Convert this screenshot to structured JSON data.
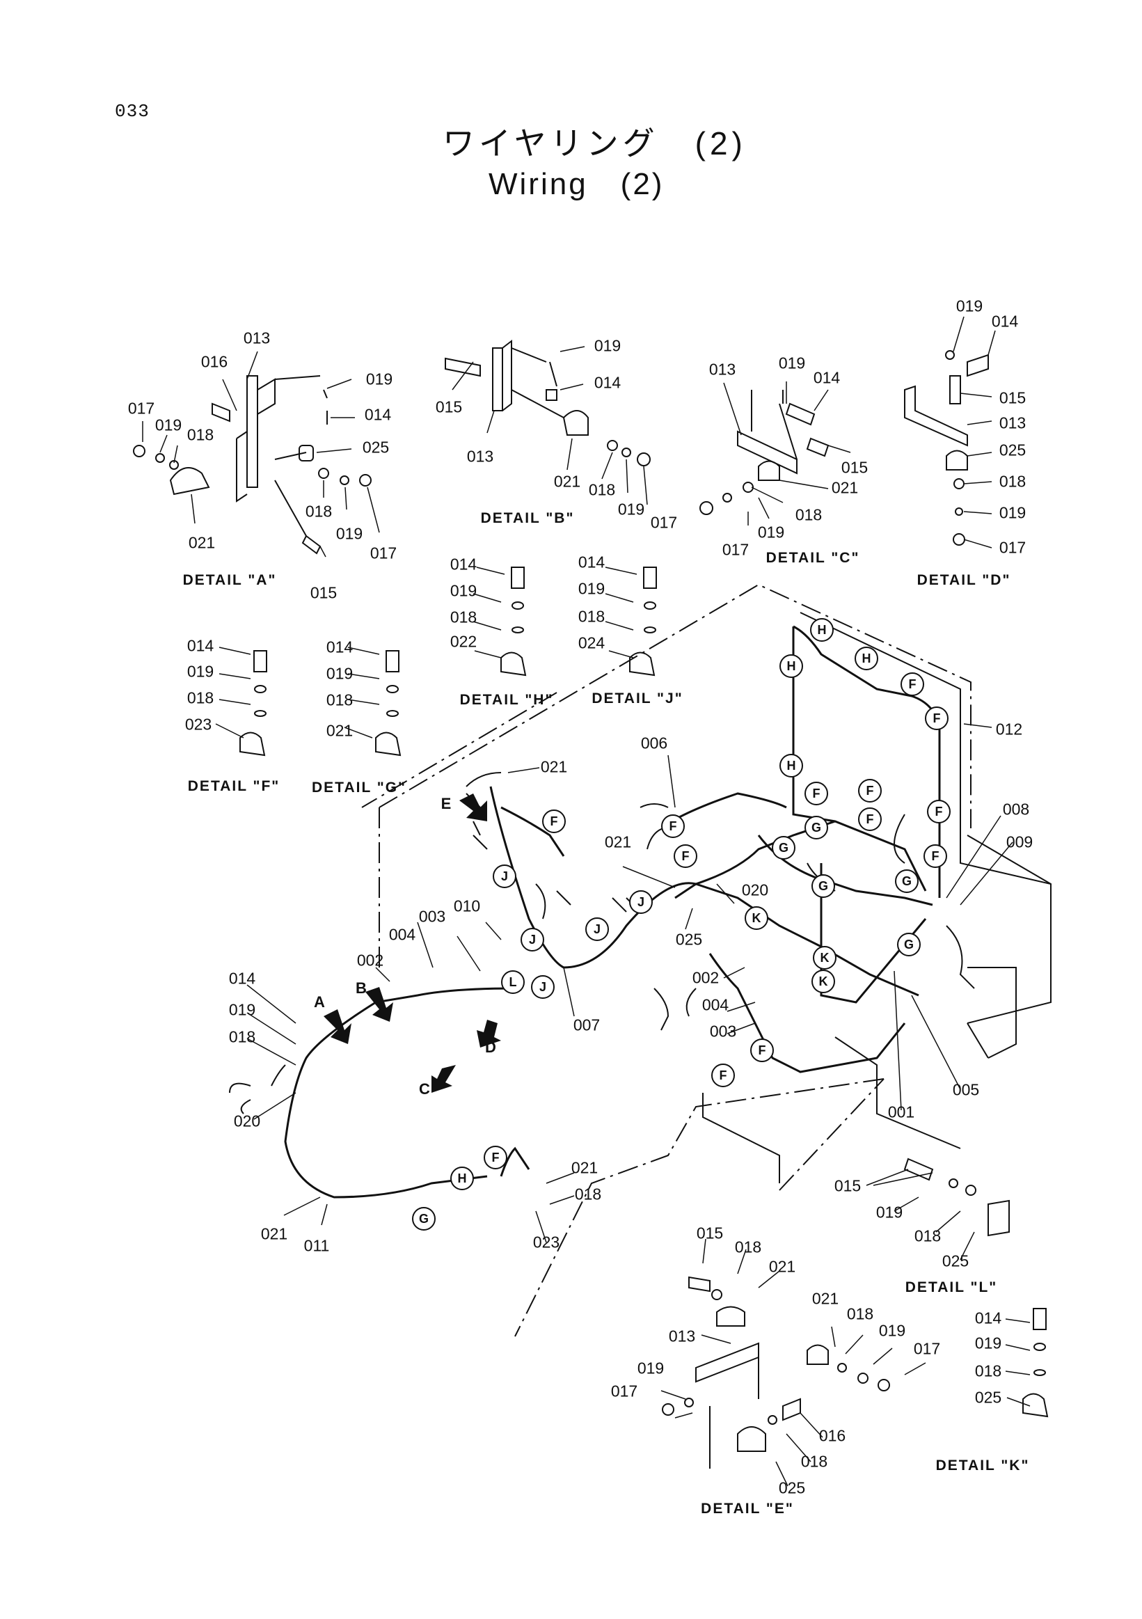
{
  "page_number": "033",
  "title_jp": "ワイヤリング　(2)",
  "title_en": "Wiring　(2)",
  "details": {
    "A": "DETAIL \"A\"",
    "B": "DETAIL \"B\"",
    "C": "DETAIL \"C\"",
    "D": "DETAIL \"D\"",
    "E": "DETAIL \"E\"",
    "F": "DETAIL \"F\"",
    "G": "DETAIL \"G\"",
    "H": "DETAIL \"H\"",
    "J": "DETAIL \"J\"",
    "K": "DETAIL \"K\"",
    "L": "DETAIL \"L\""
  },
  "callouts": [
    {
      "id": "a013",
      "text": "013"
    },
    {
      "id": "a016",
      "text": "016"
    },
    {
      "id": "a017",
      "text": "017"
    },
    {
      "id": "a019a",
      "text": "019"
    },
    {
      "id": "a018a",
      "text": "018"
    },
    {
      "id": "a019b",
      "text": "019"
    },
    {
      "id": "a014",
      "text": "014"
    },
    {
      "id": "a025",
      "text": "025"
    },
    {
      "id": "a018b",
      "text": "018"
    },
    {
      "id": "a019c",
      "text": "019"
    },
    {
      "id": "a017b",
      "text": "017"
    },
    {
      "id": "a021",
      "text": "021"
    },
    {
      "id": "a015",
      "text": "015"
    },
    {
      "id": "b019",
      "text": "019"
    },
    {
      "id": "b015",
      "text": "015"
    },
    {
      "id": "b014",
      "text": "014"
    },
    {
      "id": "b013",
      "text": "013"
    },
    {
      "id": "b021",
      "text": "021"
    },
    {
      "id": "b018",
      "text": "018"
    },
    {
      "id": "b019b",
      "text": "019"
    },
    {
      "id": "b017",
      "text": "017"
    },
    {
      "id": "c013",
      "text": "013"
    },
    {
      "id": "c019",
      "text": "019"
    },
    {
      "id": "c014",
      "text": "014"
    },
    {
      "id": "c015",
      "text": "015"
    },
    {
      "id": "c021",
      "text": "021"
    },
    {
      "id": "c018",
      "text": "018"
    },
    {
      "id": "c017",
      "text": "017"
    },
    {
      "id": "c019b",
      "text": "019"
    },
    {
      "id": "d019",
      "text": "019"
    },
    {
      "id": "d014",
      "text": "014"
    },
    {
      "id": "d015",
      "text": "015"
    },
    {
      "id": "d013",
      "text": "013"
    },
    {
      "id": "d025",
      "text": "025"
    },
    {
      "id": "d018",
      "text": "018"
    },
    {
      "id": "d019b",
      "text": "019"
    },
    {
      "id": "d017",
      "text": "017"
    },
    {
      "id": "h014",
      "text": "014"
    },
    {
      "id": "h019",
      "text": "019"
    },
    {
      "id": "h018",
      "text": "018"
    },
    {
      "id": "h022",
      "text": "022"
    },
    {
      "id": "j014",
      "text": "014"
    },
    {
      "id": "j019",
      "text": "019"
    },
    {
      "id": "j018",
      "text": "018"
    },
    {
      "id": "j024",
      "text": "024"
    },
    {
      "id": "f014",
      "text": "014"
    },
    {
      "id": "f019",
      "text": "019"
    },
    {
      "id": "f018",
      "text": "018"
    },
    {
      "id": "f023",
      "text": "023"
    },
    {
      "id": "g014",
      "text": "014"
    },
    {
      "id": "g019",
      "text": "019"
    },
    {
      "id": "g018",
      "text": "018"
    },
    {
      "id": "g021",
      "text": "021"
    },
    {
      "id": "m021a",
      "text": "021"
    },
    {
      "id": "m006",
      "text": "006"
    },
    {
      "id": "m012",
      "text": "012"
    },
    {
      "id": "m008",
      "text": "008"
    },
    {
      "id": "m009",
      "text": "009"
    },
    {
      "id": "m021b",
      "text": "021"
    },
    {
      "id": "m020a",
      "text": "020"
    },
    {
      "id": "m025a",
      "text": "025"
    },
    {
      "id": "m010",
      "text": "010"
    },
    {
      "id": "m003a",
      "text": "003"
    },
    {
      "id": "m004a",
      "text": "004"
    },
    {
      "id": "m002a",
      "text": "002"
    },
    {
      "id": "m007",
      "text": "007"
    },
    {
      "id": "m002b",
      "text": "002"
    },
    {
      "id": "m004b",
      "text": "004"
    },
    {
      "id": "m003b",
      "text": "003"
    },
    {
      "id": "m001",
      "text": "001"
    },
    {
      "id": "m005",
      "text": "005"
    },
    {
      "id": "m014",
      "text": "014"
    },
    {
      "id": "m019",
      "text": "019"
    },
    {
      "id": "m018",
      "text": "018"
    },
    {
      "id": "m020b",
      "text": "020"
    },
    {
      "id": "m021c",
      "text": "021"
    },
    {
      "id": "m011",
      "text": "011"
    },
    {
      "id": "m021d",
      "text": "021"
    },
    {
      "id": "m018b",
      "text": "018"
    },
    {
      "id": "m023",
      "text": "023"
    },
    {
      "id": "l015",
      "text": "015"
    },
    {
      "id": "l019",
      "text": "019"
    },
    {
      "id": "l018",
      "text": "018"
    },
    {
      "id": "l025",
      "text": "025"
    },
    {
      "id": "e015",
      "text": "015"
    },
    {
      "id": "e018",
      "text": "018"
    },
    {
      "id": "e021",
      "text": "021"
    },
    {
      "id": "e013",
      "text": "013"
    },
    {
      "id": "e021b",
      "text": "021"
    },
    {
      "id": "e018b",
      "text": "018"
    },
    {
      "id": "e019",
      "text": "019"
    },
    {
      "id": "e017",
      "text": "017"
    },
    {
      "id": "e019b",
      "text": "019"
    },
    {
      "id": "e017b",
      "text": "017"
    },
    {
      "id": "e016",
      "text": "016"
    },
    {
      "id": "e018c",
      "text": "018"
    },
    {
      "id": "e025",
      "text": "025"
    },
    {
      "id": "k014",
      "text": "014"
    },
    {
      "id": "k019",
      "text": "019"
    },
    {
      "id": "k018",
      "text": "018"
    },
    {
      "id": "k025",
      "text": "025"
    }
  ],
  "bubbles": [
    "H",
    "H",
    "H",
    "H",
    "F",
    "F",
    "F",
    "F",
    "F",
    "F",
    "F",
    "G",
    "G",
    "G",
    "G",
    "G",
    "J",
    "J",
    "J",
    "J",
    "K",
    "K",
    "K",
    "F",
    "F",
    "L",
    "J",
    "F",
    "H",
    "F",
    "G",
    "F",
    "F"
  ],
  "view_arrows": [
    "A",
    "B",
    "C",
    "D",
    "E"
  ]
}
